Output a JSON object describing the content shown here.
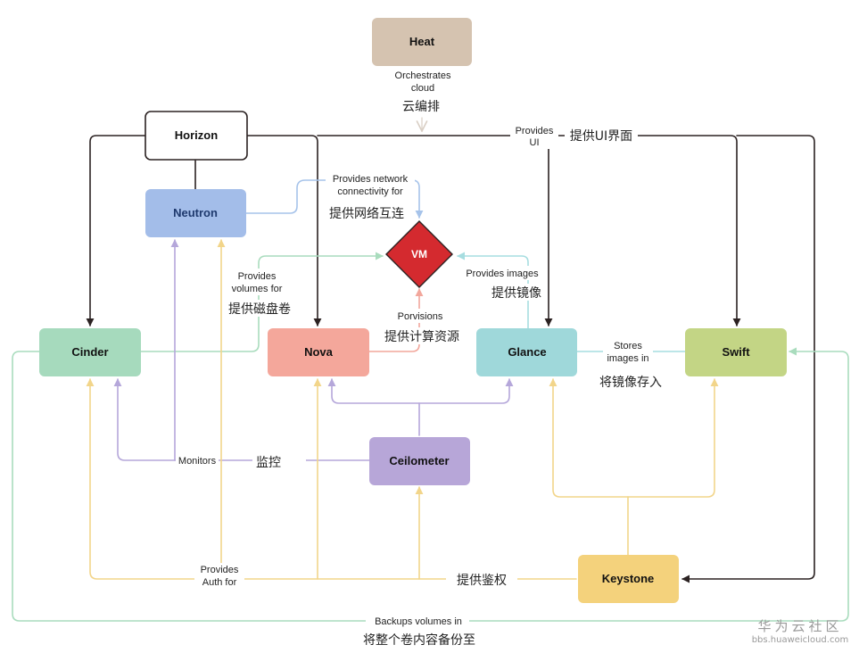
{
  "nodes": {
    "heat": "Heat",
    "horizon": "Horizon",
    "neutron": "Neutron",
    "vm": "VM",
    "cinder": "Cinder",
    "nova": "Nova",
    "glance": "Glance",
    "swift": "Swift",
    "ceilometer": "Ceilometer",
    "keystone": "Keystone"
  },
  "edges": {
    "orchestrates_en_1": "Orchestrates",
    "orchestrates_en_2": "cloud",
    "orchestrates_zh": "云编排",
    "provides_ui_en_1": "Provides",
    "provides_ui_en_2": "UI",
    "provides_ui_zh": "提供UI界面",
    "network_en_1": "Provides network",
    "network_en_2": "connectivity for",
    "network_zh": "提供网络互连",
    "volumes_en_1": "Provides",
    "volumes_en_2": "volumes for",
    "volumes_zh": "提供磁盘卷",
    "images_en": "Provides images",
    "images_zh": "提供镜像",
    "provisions_en": "Porvisions",
    "provisions_zh": "提供计算资源",
    "stores_en_1": "Stores",
    "stores_en_2": "images in",
    "stores_zh": "将镜像存入",
    "monitors_en": "Monitors",
    "monitors_zh": "监控",
    "auth_en_1": "Provides",
    "auth_en_2": "Auth for",
    "auth_zh": "提供鉴权",
    "backups_en": "Backups volumes in",
    "backups_zh": "将整个卷内容备份至"
  },
  "watermark": {
    "title": "华为云社区",
    "url": "bbs.huaweicloud.com"
  },
  "colors": {
    "heat": "#d5c3b0",
    "horizon": "#ffffff",
    "neutron": "#a3bde9",
    "vm": "#d42a2f",
    "cinder": "#a6dabd",
    "nova": "#f4a79b",
    "glance": "#9fd8da",
    "swift": "#c3d585",
    "ceilometer": "#b7a6d8",
    "keystone": "#f4d27c",
    "line_dark": "#2b2222",
    "line_blue": "#a6c3ea",
    "line_green": "#a9dcbd",
    "line_red": "#f2a79c",
    "line_teal": "#a6dde0",
    "line_purple": "#b5a7da",
    "line_yellow": "#f2d58a",
    "line_heat": "#d9cfc5"
  }
}
